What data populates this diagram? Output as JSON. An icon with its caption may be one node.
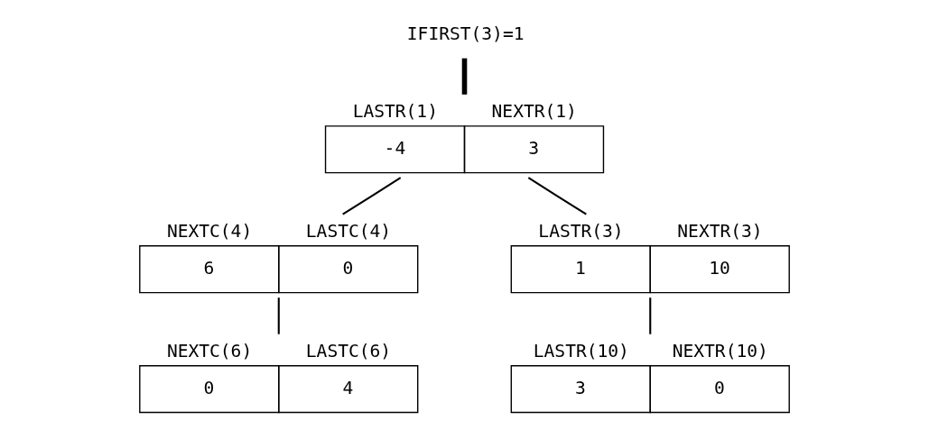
{
  "diagram": {
    "nodes": [
      {
        "text": [
          "IFIRST(3)=1"
        ]
      },
      {
        "text": [
          "LASTR(1)",
          "NEXTR(1)",
          "-4",
          "3"
        ]
      },
      {
        "text": [
          "NEXTC(4)",
          "LASTC(4)",
          "6",
          "0"
        ]
      },
      {
        "text": [
          "LASTR(3)",
          "NEXTR(3)",
          "1",
          "10"
        ]
      },
      {
        "text": [
          "NEXTC(6)",
          "LASTC(6)",
          "0",
          "4"
        ]
      },
      {
        "text": [
          "LASTR(10)",
          "NEXTR(10)",
          "3",
          "0"
        ]
      }
    ],
    "edges": [
      {
        "from": 0,
        "to": 1,
        "arrow": "none",
        "style": "thick"
      },
      {
        "from": 1,
        "to": 2,
        "arrow": "none"
      },
      {
        "from": 1,
        "to": 3,
        "arrow": "none"
      },
      {
        "from": 2,
        "to": 4,
        "arrow": "none"
      },
      {
        "from": 3,
        "to": 5,
        "arrow": "none"
      }
    ]
  }
}
